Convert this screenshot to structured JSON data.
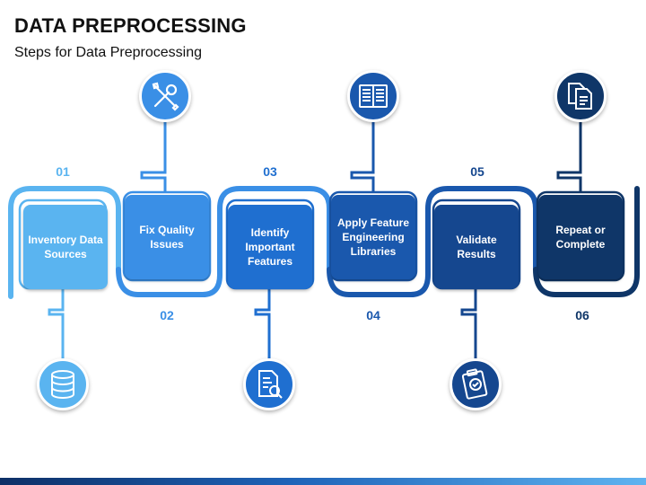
{
  "title": "DATA PREPROCESSING",
  "subtitle": "Steps for Data Preprocessing",
  "colors": {
    "step1": "#5ab4f0",
    "step2": "#3a8fe6",
    "step3": "#1f6fd0",
    "step4": "#1a58ad",
    "step5": "#15478f",
    "step6": "#0f3668",
    "white": "#ffffff"
  },
  "steps": [
    {
      "number": "01",
      "label": "Inventory Data Sources",
      "icon": "database-icon"
    },
    {
      "number": "02",
      "label": "Fix Quality Issues",
      "icon": "tools-icon"
    },
    {
      "number": "03",
      "label": "Identify Important Features",
      "icon": "document-search-icon"
    },
    {
      "number": "04",
      "label": "Apply Feature Engineering Libraries",
      "icon": "open-book-icon"
    },
    {
      "number": "05",
      "label": "Validate Results",
      "icon": "clipboard-check-icon"
    },
    {
      "number": "06",
      "label": "Repeat or Complete",
      "icon": "documents-icon"
    }
  ]
}
